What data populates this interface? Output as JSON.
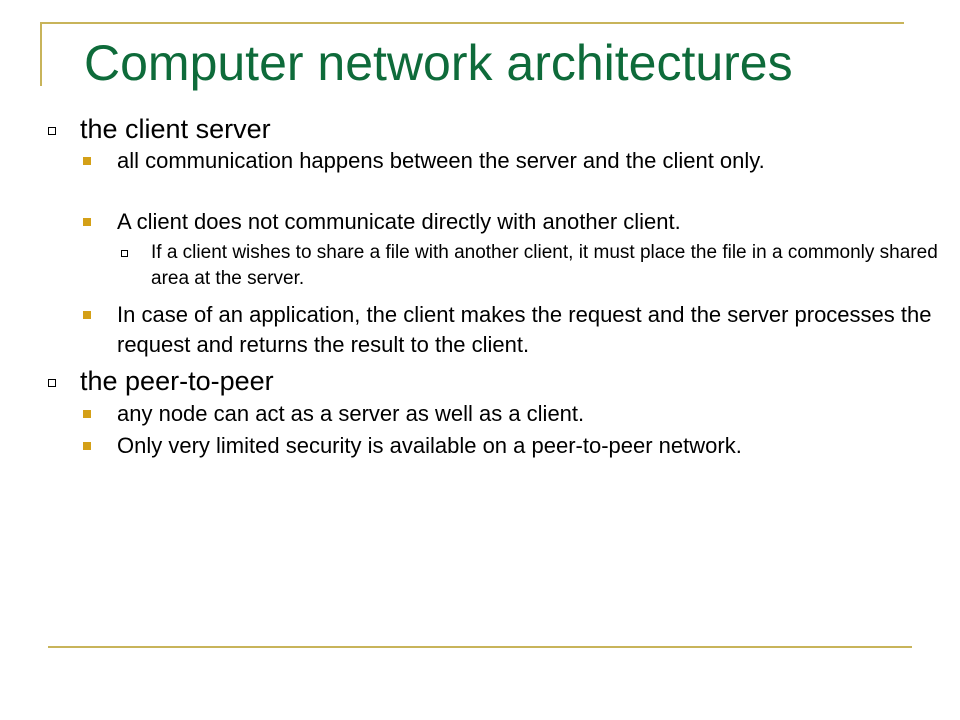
{
  "slide": {
    "title": "Computer network architectures",
    "sections": [
      {
        "heading": "the client server",
        "points": [
          {
            "text": "all communication happens between the server and the client only."
          },
          {
            "text": "A client does not communicate directly with another client.",
            "subpoints": [
              "If a client wishes to share a file with another client, it must place the file in a commonly shared area at the server."
            ]
          },
          {
            "text": "In case of an application, the client makes the request and the server processes the request and returns the result to the client."
          }
        ]
      },
      {
        "heading": "the peer-to-peer",
        "points": [
          {
            "text": "any node can act as a server as well as a client."
          },
          {
            "text": "Only very limited security is available on a peer-to-peer network."
          }
        ]
      }
    ]
  },
  "colors": {
    "title": "#0e6b3a",
    "accent_line": "#c8b45a",
    "bullet_level2": "#d4a017"
  },
  "icons": {
    "level1_bullet": "hollow-square-icon",
    "level2_bullet": "filled-square-icon",
    "level3_bullet": "hollow-square-icon"
  }
}
